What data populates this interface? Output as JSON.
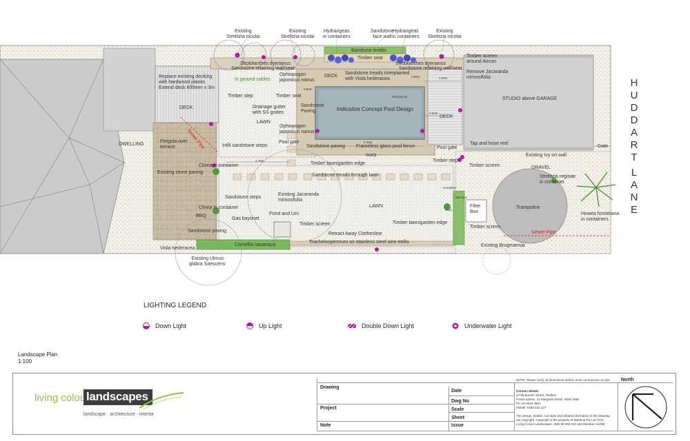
{
  "lane": [
    "H",
    "U",
    "D",
    "D",
    "A",
    "R",
    "T",
    "L",
    "A",
    "N",
    "E"
  ],
  "labels": {
    "existing_strelitzia_1": "Existing\nStrelitzia nicolai",
    "existing_strelitzia_2": "Existing\nStrelitzia nicolai",
    "existing_strelitzia_3": "Existing\nStrelitzia nicolai",
    "hydrangeas_1": "Hydrangeas\nin containers",
    "hydrangeas_2": "Hydrangeas\nin containers",
    "sandstone_face_wall": "Sandstone\nface wall",
    "bambusa": "Bambusa textilis",
    "timber_seat_top": "Timber seat",
    "strobilanthes_1": "Strobilanthes dyerianus",
    "strobilanthes_2": "Strobilanthes dyerianus",
    "retaining_wall_seat_1": "Sandstone retaining wall/seat",
    "retaining_wall_seat_2": "Sandstone retaining wall/seat",
    "timber_screen_aircon": "Timber screen\naround Aircon",
    "remove_jacaranda": "Remove Jacaranda\nmimosifolia",
    "replace_decking": "Replace existing decking\nwith hardwood planks\nExtend deck 600mm x 3m",
    "in_ground_cables": "In ground cables",
    "ophiopogon_1": "Ophiopogon\njaponicus nanus",
    "deck_top": "DECK",
    "sandstone_treads_viola": "Sandstone treads interplanted\nwith Viola hederacea",
    "dim_085": "0.85m",
    "dim_200": "2.00m",
    "dim_063": "0.63m",
    "timber_step_1": "Timber step",
    "timber_seat_2": "Timber seat",
    "pool_bench": "Pool bench",
    "studio": "STUDIO above GARAGE",
    "deck_left": "DECK",
    "drainage": "Drainage gutter\nwith SS grates",
    "sandstone_paving_1": "Sandstone\nPaving",
    "pool_design": "Indicative Concept Pool Design",
    "dim_300": "3.00m",
    "deck_right": "DECK",
    "lawn_1": "LAWN",
    "ophiopogon_2": "Ophiopogon\njaponicus nanus",
    "sewer_pipe_1": "Sewer Pipe",
    "dwelling": "DWELLING",
    "pergola": "Pergola over\nterrace",
    "infill_steps": "Infill sandstone steps",
    "pool_gate_1": "Pool gate",
    "dim_640": "6.40m",
    "sandstone_paving_2": "Sandstone paving",
    "frameless_fence": "Frameless glass pool fence",
    "pool_gate_2": "Pool gate",
    "tap_hose": "Tap and hose reel",
    "gate": "Gate",
    "ixora": "Ixora",
    "existing_ivy": "Existing Ivy on wall",
    "clivea_1": "Clivea in container",
    "dim_476": "4.76m",
    "timber_lawn_edge_1": "Timber lawn/garden edge",
    "timber_step_2": "Timber step",
    "timber_screen_1": "Timber screen",
    "gravel": "GRAVEL",
    "existing_stone_paving": "Existing stone paving",
    "treads_through_lawn": "Sandstone treads through lawn",
    "strelitzia_reginae": "Strelitzia reginae\nin container",
    "existing_jacaranda": "Existing Jacaranda\nmimosifolia",
    "sandstone_steps": "Sandstone steps",
    "lawn_2": "LAWN",
    "trampoline": "Trampoline",
    "clivea_2": "Clivea in container",
    "bbq": "BBQ",
    "gas_bayonet": "Gas bayonet",
    "pond": "Pond and Urn",
    "timber_screen_2": "Timber screen",
    "timber_lawn_edge_2": "Timber lawn/garden edge",
    "filter_box": "Filter\nBox",
    "timber_screen_3": "Timber screen",
    "howea": "Howea forsterana\nin containers",
    "sandstone_paving_3": "Sandstone paving",
    "clothesline": "Retract Away Clothesline",
    "sewer_pipe_2": "Sewer Pipe",
    "camellia": "Camellia sasanqua",
    "trachelospermum": "Trachelospermum on stainless steel wire trellis",
    "viola": "Viola hederacea",
    "existing_brugmansia": "Existing Brugmansia",
    "existing_ulmus": "Existing Ulmus\nglabra 'lutescens'",
    "murraya": "Murraya",
    "cordyline": "Cordyline",
    "ixora_2": "Ixora"
  },
  "legend": {
    "title": "LIGHTING LEGEND",
    "items": [
      "Down Light",
      "Up Light",
      "Double Down Light",
      "Underwater Light"
    ]
  },
  "plan_title": {
    "line1": "Landscape Plan",
    "line2": "1:100"
  },
  "title_block": {
    "logo_part1": "living colour",
    "logo_part2": "landscapes",
    "tagline": "landscape  ·  architecture  ·  interior",
    "drawing": "Drawing",
    "project": "Project",
    "note": "Note",
    "date": "Date",
    "dwg_no": "Dwg No",
    "scale": "Scale",
    "sheet": "Sheet",
    "issue": "Issue",
    "north": "North",
    "note_top": "NOTE: Please verify all dimensions before work commences on site",
    "contact_title": "Contact details",
    "contact_1": "1/748 Bourke Street, Redfern",
    "contact_2": "Postal adress: 12 Margaret Street. NSW 2094",
    "contact_3": "Ph: 02 9310 3561",
    "contact_4": "Mobile: 0409 232 127",
    "copyright_1": "The design, details, concepts and related information  in  this drawing",
    "copyright_2": "are copyright. Copyright is the property of Bekthop Pty Ltd T/AS",
    "copyright_3": "Living Colour Landscapes. ABN 99 060 033 463        Member AILDM"
  },
  "colors": {
    "gravel": "#e8e4dc",
    "roof": "#c9c9c9",
    "terrace": "#c8b9a0",
    "pool_water": "#9fb2b8",
    "pool_deck": "#d9cdb4",
    "lawn_path": "#e8dcc3",
    "green_hedge": "#6aa84f",
    "light_magenta": "#b01aa5",
    "hydrangea": "#4050c8",
    "sewer_red": "#d42020"
  }
}
